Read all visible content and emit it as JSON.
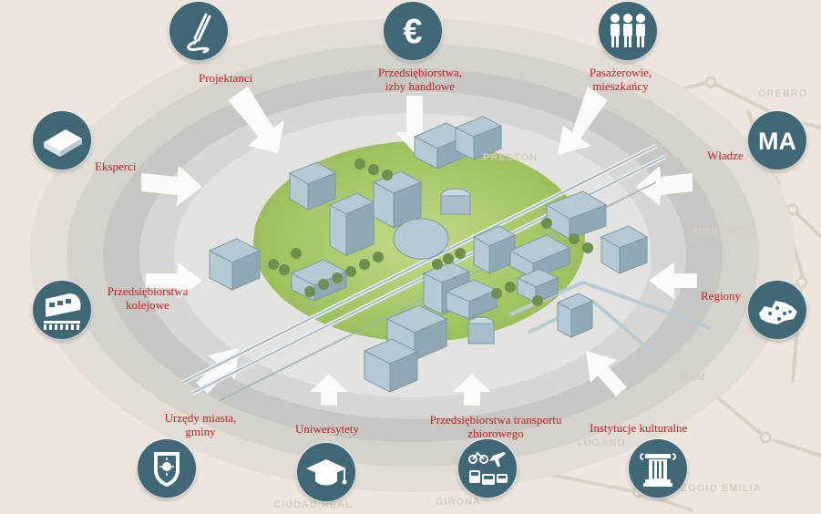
{
  "stakeholders": {
    "projektanci": "Projektanci",
    "przedsiebiorstwa_izby": [
      "Przedsiębiorstwa,",
      "izby handlowe"
    ],
    "pasazerowie": [
      "Pasażerowie,",
      "mieszkańcy"
    ],
    "eksperci": "Eksperci",
    "wladze": "Władze",
    "przedsiebiorstwa_kolejowe": [
      "Przedsiębiorstwa",
      "kolejowe"
    ],
    "regiony": "Regiony",
    "urzedy": [
      "Urzędy miasta,",
      "gminy"
    ],
    "uniwersytety": "Uniwersytety",
    "transport_zbiorowy": [
      "Przedsiębiorstwa transportu",
      "zbiorowego"
    ],
    "instytucje": "Instytucje kulturalne"
  },
  "icons": {
    "projektanci": "pen-icon",
    "przedsiebiorstwa_izby": "euro-icon",
    "euro_symbol": "€",
    "pasazerowie": "people-icon",
    "eksperci": "book-icon",
    "wladze": "ma-initials-icon",
    "wladze_text": "MA",
    "przedsiebiorstwa_kolejowe": "train-icon",
    "regiony": "region-map-icon",
    "urzedy": "coat-of-arms-icon",
    "uniwersytety": "graduation-cap-icon",
    "transport_zbiorowy": "transport-modes-icon",
    "instytucje": "column-icon"
  },
  "map_names": [
    "ÖREBRO",
    "PRESTON",
    "ROSTOCK",
    "ULM",
    "LUGANO",
    "REGGIO EMILIA",
    "GIRONA",
    "CIUDAD REAL"
  ],
  "colors": {
    "label": "#c0201e",
    "icon_circle": "#3f6775",
    "background": "#ece6dc",
    "city_green": "#a8c66c"
  }
}
